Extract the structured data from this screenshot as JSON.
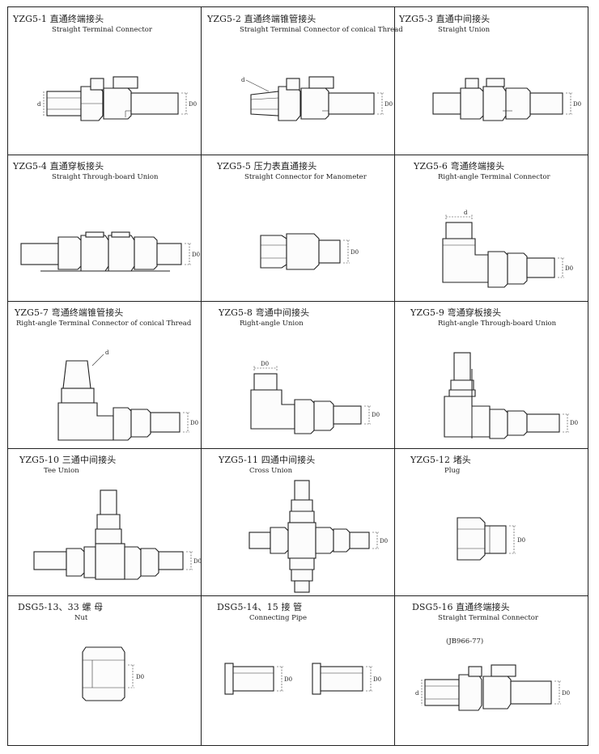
{
  "cells": [
    {
      "code": "YZG5-1 直通终端接头",
      "name": "Straight Terminal Connector",
      "dims": [
        "d",
        "D0"
      ]
    },
    {
      "code": "YZG5-2 直通终端锥管接头",
      "name": "Straight Terminal Connector of conical Thread",
      "dims": [
        "d",
        "D0"
      ]
    },
    {
      "code": "YZG5-3 直通中间接头",
      "name": "Straight Union",
      "dims": [
        "D0"
      ]
    },
    {
      "code": "YZG5-4 直通穿板接头",
      "name": "Straight Through-board Union",
      "dims": [
        "D0"
      ]
    },
    {
      "code": "YZG5-5 压力表直通接头",
      "name": "Straight Connector for Manometer",
      "dims": [
        "D0"
      ]
    },
    {
      "code": "YZG5-6 弯通终端接头",
      "name": "Right-angle Terminal Connector",
      "dims": [
        "d",
        "D0"
      ]
    },
    {
      "code": "YZG5-7 弯通终端锥管接头",
      "name": "Right-angle Terminal Connector of conical Thread",
      "dims": [
        "d",
        "D0"
      ]
    },
    {
      "code": "YZG5-8 弯通中间接头",
      "name": "Right-angle Union",
      "dims": [
        "D0",
        "D0"
      ]
    },
    {
      "code": "YZG5-9 弯通穿板接头",
      "name": "Right-angle Through-board Union",
      "dims": [
        "D0"
      ]
    },
    {
      "code": "YZG5-10 三通中间接头",
      "name": "Tee Union",
      "dims": [
        "D0"
      ]
    },
    {
      "code": "YZG5-11 四通中间接头",
      "name": "Cross Union",
      "dims": [
        "D0"
      ]
    },
    {
      "code": "YZG5-12 堵头",
      "name": "Plug",
      "dims": [
        "D0"
      ]
    },
    {
      "code": "DSG5-13、33 螺 母",
      "name": "Nut",
      "dims": [
        "D0"
      ]
    },
    {
      "code": "DSG5-14、15 接 管",
      "name": "Connecting Pipe",
      "dims": [
        "D0",
        "D0"
      ]
    },
    {
      "code": "DSG5-16 直通终端接头",
      "name": "Straight Terminal Connector",
      "standard": "(JB966-77)",
      "dims": [
        "d",
        "D0"
      ]
    }
  ]
}
